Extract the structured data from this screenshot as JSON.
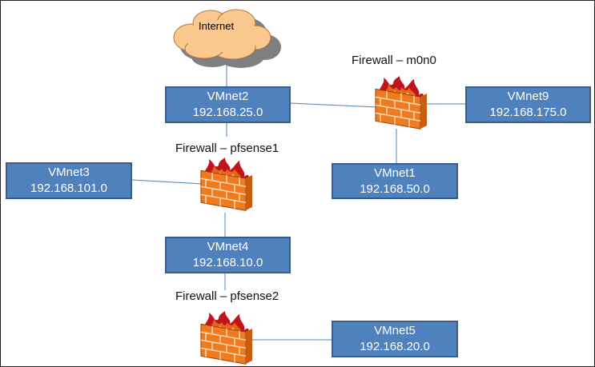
{
  "colors": {
    "network_fill": "#4f81bd",
    "network_border": "#385d8a",
    "link": "#4f81bd",
    "cloud_fill": "#fbc88e",
    "cloud_shadow": "#7f7f7f",
    "brick": "#f07a1e",
    "flame": "#c0141b"
  },
  "internet": {
    "label": "Internet"
  },
  "networks": {
    "vmnet2": {
      "name": "VMnet2",
      "subnet": "192.168.25.0"
    },
    "vmnet9": {
      "name": "VMnet9",
      "subnet": "192.168.175.0"
    },
    "vmnet3": {
      "name": "VMnet3",
      "subnet": "192.168.101.0"
    },
    "vmnet1": {
      "name": "VMnet1",
      "subnet": "192.168.50.0"
    },
    "vmnet4": {
      "name": "VMnet4",
      "subnet": "192.168.10.0"
    },
    "vmnet5": {
      "name": "VMnet5",
      "subnet": "192.168.20.0"
    }
  },
  "firewalls": {
    "m0n0": {
      "label": "Firewall – m0n0",
      "icon": "firewall-icon"
    },
    "pfsense1": {
      "label": "Firewall – pfsense1",
      "icon": "firewall-icon"
    },
    "pfsense2": {
      "label": "Firewall – pfsense2",
      "icon": "firewall-icon"
    }
  }
}
